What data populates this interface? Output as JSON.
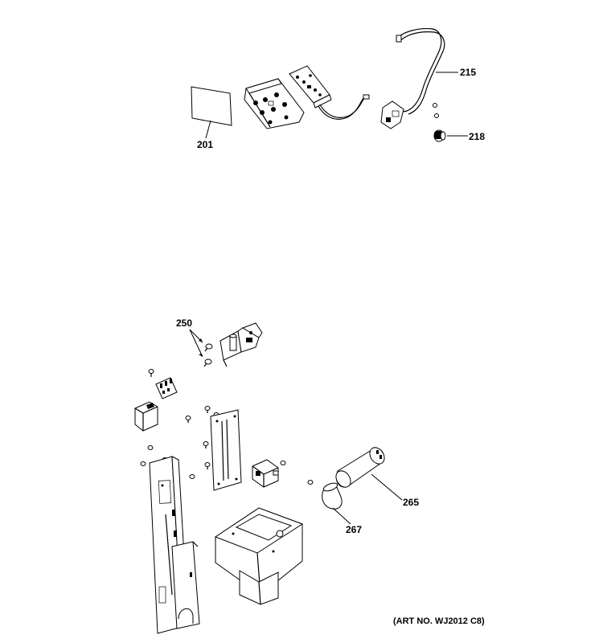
{
  "parts": {
    "p201": "201",
    "p215": "215",
    "p218": "218",
    "p250": "250",
    "p265": "265",
    "p267": "267"
  },
  "art_number": "(ART NO. WJ2012 C8)"
}
